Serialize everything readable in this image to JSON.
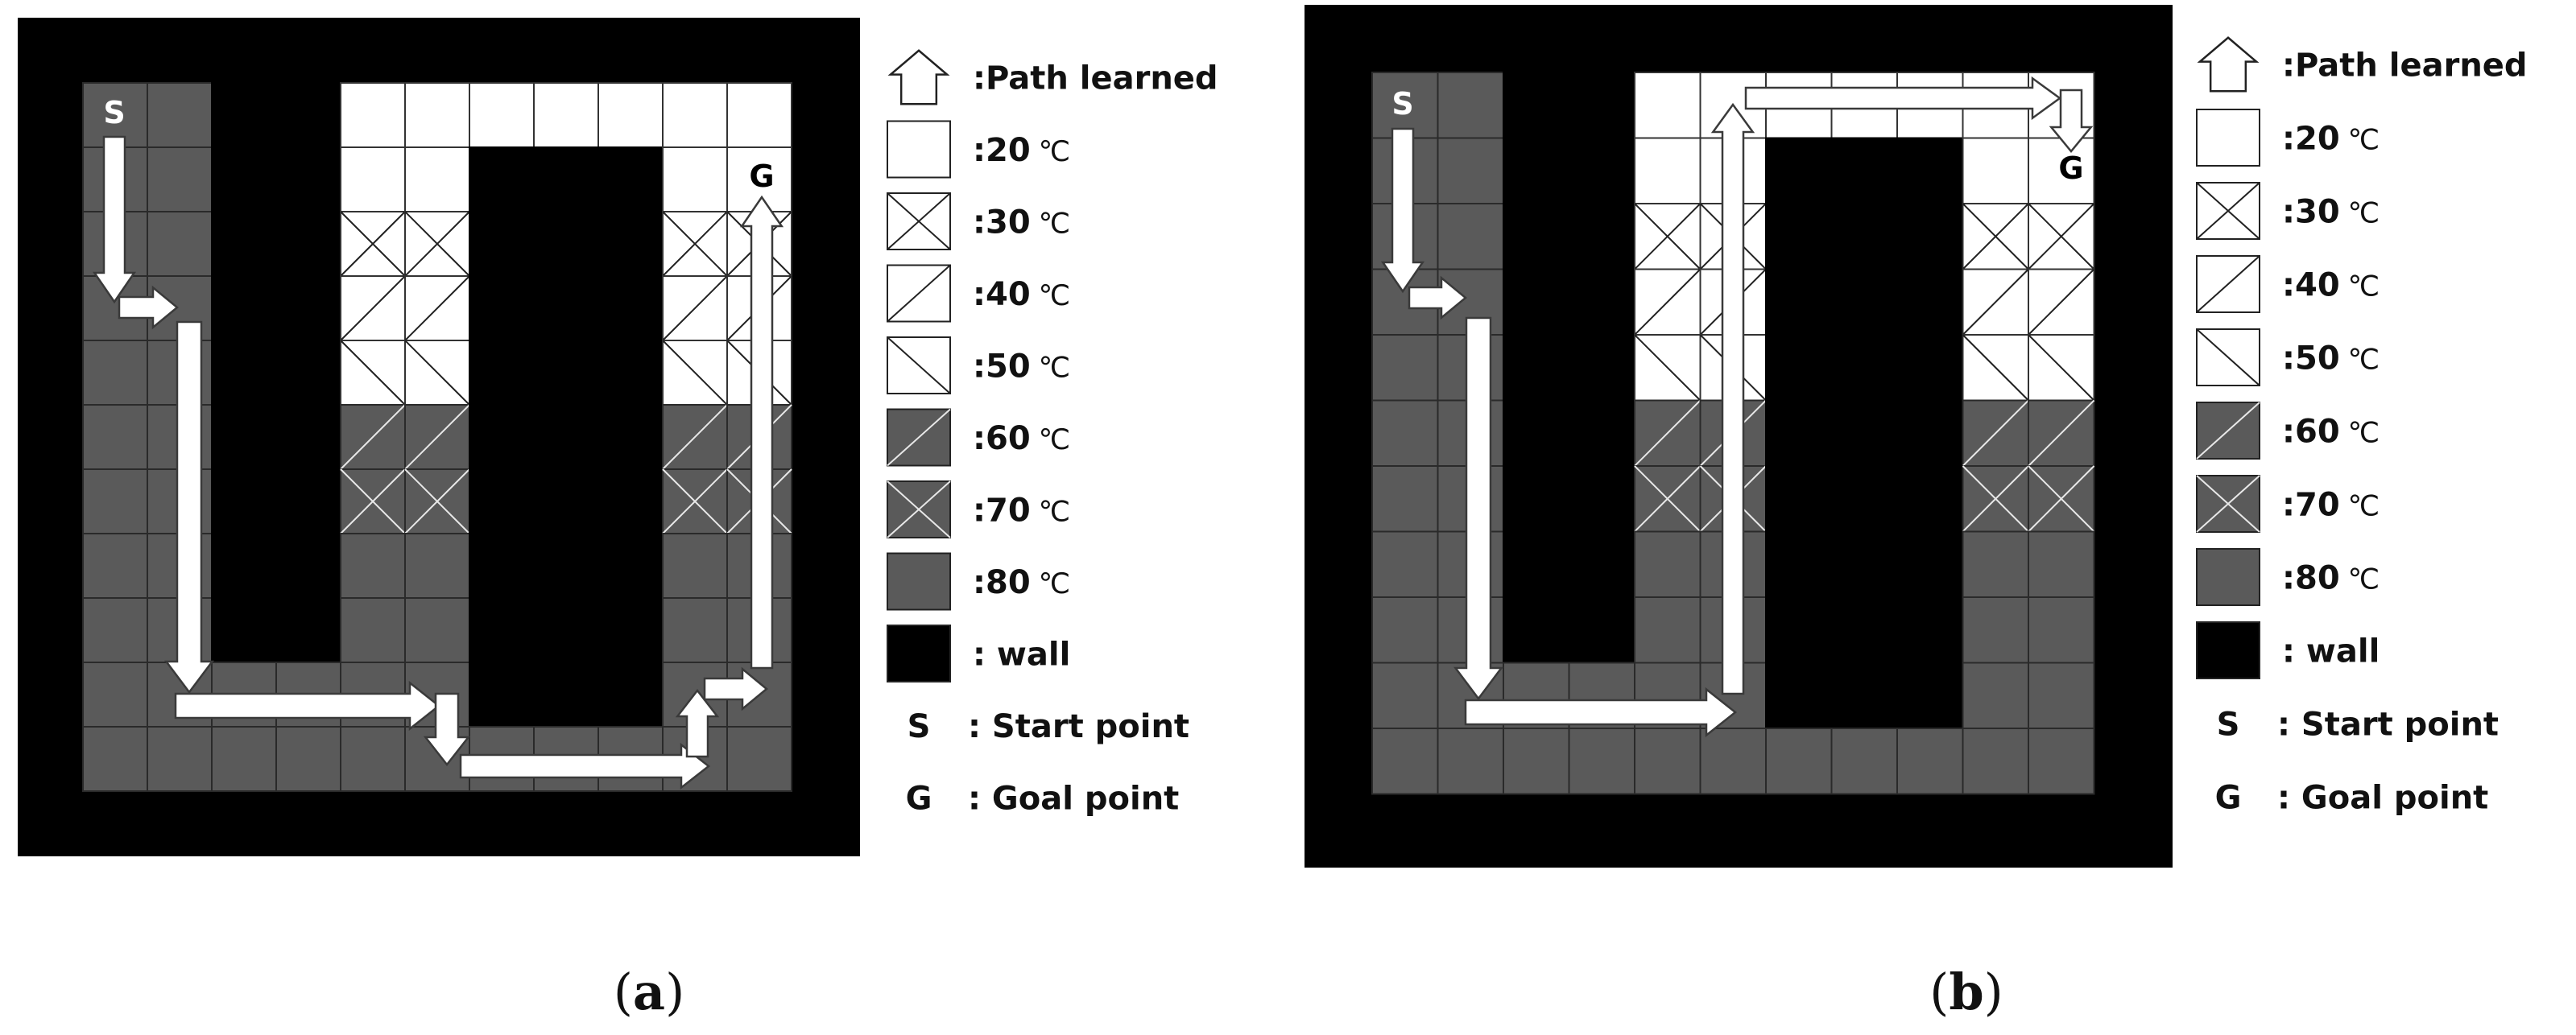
{
  "panels": [
    {
      "id": "a",
      "caption_open": "(",
      "caption_letter": "a",
      "caption_close": ")",
      "start_label": "S",
      "goal_label": "G"
    },
    {
      "id": "b",
      "caption_open": "(",
      "caption_letter": "b",
      "caption_close": ")",
      "start_label": "S",
      "goal_label": "G"
    }
  ],
  "legend": [
    {
      "key": "path",
      "text": ":Path learned",
      "unit": ""
    },
    {
      "key": "t20",
      "text": ":20",
      "unit": "℃"
    },
    {
      "key": "t30",
      "text": ":30",
      "unit": "℃"
    },
    {
      "key": "t40",
      "text": ":40",
      "unit": "℃"
    },
    {
      "key": "t50",
      "text": ":50",
      "unit": "℃"
    },
    {
      "key": "t60",
      "text": ":60",
      "unit": "℃"
    },
    {
      "key": "t70",
      "text": ":70",
      "unit": "℃"
    },
    {
      "key": "t80",
      "text": ":80",
      "unit": "℃"
    },
    {
      "key": "wall",
      "text": ": wall",
      "unit": ""
    },
    {
      "key": "start",
      "text": ": Start point",
      "unit": "",
      "symbol": "S"
    },
    {
      "key": "goal",
      "text": ": Goal point",
      "unit": "",
      "symbol": "G"
    }
  ],
  "colors": {
    "wall": "#000000",
    "hot": "#5a5a5a",
    "cool": "#ffffff",
    "grid_on_hot": "#2a2a2a",
    "grid_on_cool": "#333333",
    "arrow_fill": "#ffffff",
    "arrow_stroke": "#3a3a3a"
  }
}
